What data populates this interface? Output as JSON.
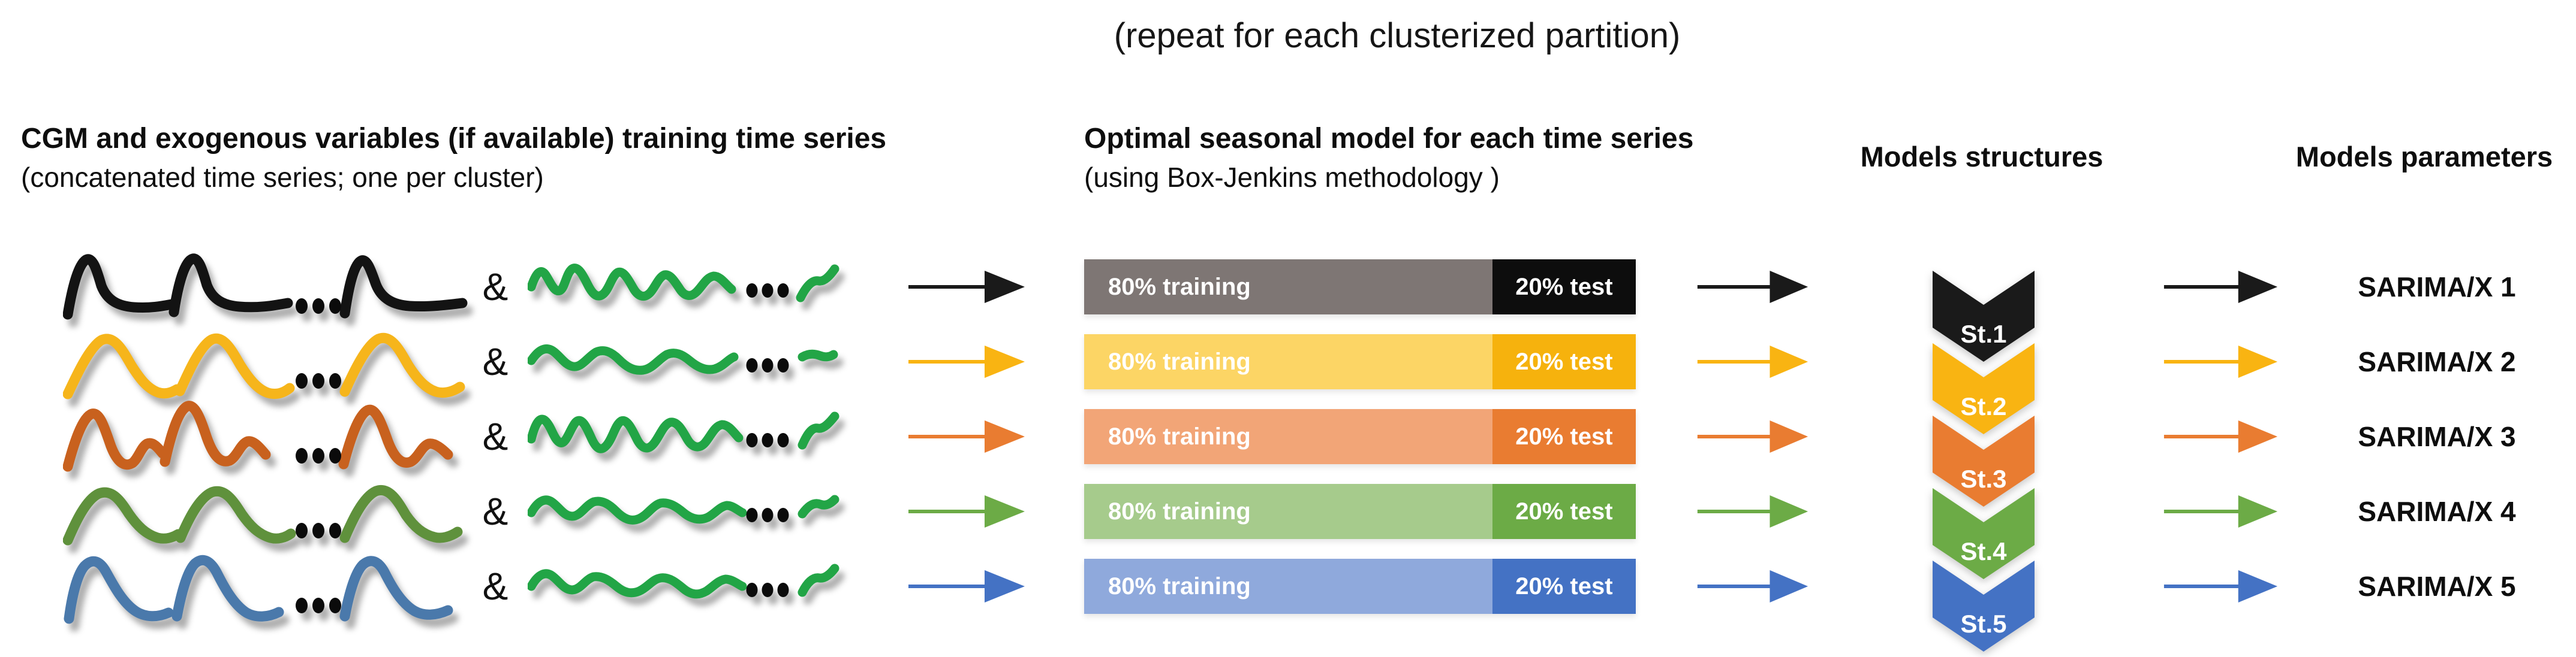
{
  "title": "(repeat for each clusterized partition)",
  "ampersand": "&",
  "columns": {
    "left": {
      "heading": "CGM and exogenous variables (if available) training time series",
      "subheading": "(concatenated time series; one per cluster)"
    },
    "middle": {
      "heading": "Optimal seasonal model for each time series",
      "subheading": "(using Box-Jenkins methodology )"
    },
    "structures": {
      "heading": "Models structures"
    },
    "parameters": {
      "heading": "Models parameters"
    }
  },
  "rows": [
    {
      "train_label": "80% training",
      "test_label": "20% test",
      "structure_label": "St.1",
      "model_label": "SARIMA/X 1",
      "colors": {
        "curve": "#131313",
        "accent": "#1a1a1a",
        "train_bg": "#7e7674",
        "test_bg": "#0d0d0d",
        "exo": "#22a546"
      }
    },
    {
      "train_label": "80% training",
      "test_label": "20% test",
      "structure_label": "St.2",
      "model_label": "SARIMA/X 2",
      "colors": {
        "curve": "#f6b51b",
        "accent": "#f9b412",
        "train_bg": "#fcd565",
        "test_bg": "#f6b20d",
        "exo": "#22a546"
      }
    },
    {
      "train_label": "80% training",
      "test_label": "20% test",
      "structure_label": "St.3",
      "model_label": "SARIMA/X 3",
      "colors": {
        "curve": "#c8611e",
        "accent": "#e97c31",
        "train_bg": "#f2a577",
        "test_bg": "#e97c31",
        "exo": "#22a546"
      }
    },
    {
      "train_label": "80% training",
      "test_label": "20% test",
      "structure_label": "St.4",
      "model_label": "SARIMA/X 4",
      "colors": {
        "curve": "#5f913c",
        "accent": "#6cab46",
        "train_bg": "#a6cb8c",
        "test_bg": "#6cab46",
        "exo": "#22a546"
      }
    },
    {
      "train_label": "80% training",
      "test_label": "20% test",
      "structure_label": "St.5",
      "model_label": "SARIMA/X 5",
      "colors": {
        "curve": "#4a79ab",
        "accent": "#4472c4",
        "train_bg": "#8fa9dc",
        "test_bg": "#4472c4",
        "exo": "#22a546"
      }
    }
  ]
}
